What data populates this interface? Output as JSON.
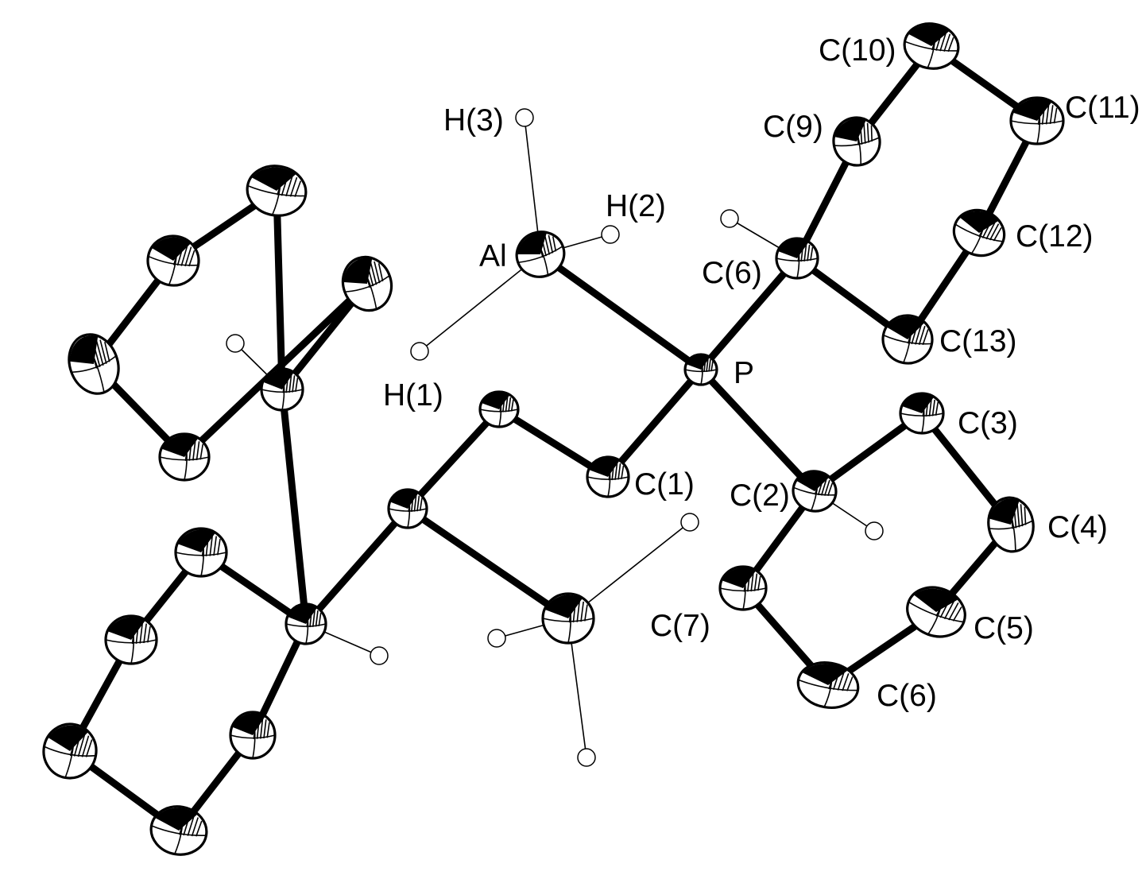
{
  "diagram": {
    "type": "ORTEP molecular structure",
    "atoms": [
      {
        "id": "Al",
        "label": "Al",
        "element": "Al"
      },
      {
        "id": "P",
        "label": "P",
        "element": "P"
      },
      {
        "id": "C1",
        "label": "C(1)",
        "element": "C"
      },
      {
        "id": "C2",
        "label": "C(2)",
        "element": "C"
      },
      {
        "id": "C3",
        "label": "C(3)",
        "element": "C"
      },
      {
        "id": "C4",
        "label": "C(4)",
        "element": "C"
      },
      {
        "id": "C5",
        "label": "C(5)",
        "element": "C"
      },
      {
        "id": "C6r",
        "label": "C(6)",
        "element": "C"
      },
      {
        "id": "C7",
        "label": "C(7)",
        "element": "C"
      },
      {
        "id": "C6",
        "label": "C(6)",
        "element": "C"
      },
      {
        "id": "C9",
        "label": "C(9)",
        "element": "C"
      },
      {
        "id": "C10",
        "label": "C(10)",
        "element": "C"
      },
      {
        "id": "C11",
        "label": "C(11)",
        "element": "C"
      },
      {
        "id": "C12",
        "label": "C(12)",
        "element": "C"
      },
      {
        "id": "C13",
        "label": "C(13)",
        "element": "C"
      },
      {
        "id": "CA",
        "label": "",
        "element": "C"
      },
      {
        "id": "CB",
        "label": "",
        "element": "C"
      },
      {
        "id": "CM",
        "label": "",
        "element": "C"
      },
      {
        "id": "CU",
        "label": "",
        "element": "C"
      },
      {
        "id": "CMe",
        "label": "",
        "element": "C"
      },
      {
        "id": "U1",
        "label": "",
        "element": "C"
      },
      {
        "id": "U2",
        "label": "",
        "element": "C"
      },
      {
        "id": "U3",
        "label": "",
        "element": "C"
      },
      {
        "id": "U4",
        "label": "",
        "element": "C"
      },
      {
        "id": "U5",
        "label": "",
        "element": "C"
      },
      {
        "id": "L1",
        "label": "",
        "element": "C"
      },
      {
        "id": "L2",
        "label": "",
        "element": "C"
      },
      {
        "id": "L3",
        "label": "",
        "element": "C"
      },
      {
        "id": "L4",
        "label": "",
        "element": "C"
      },
      {
        "id": "L5",
        "label": "",
        "element": "C"
      },
      {
        "id": "H1",
        "label": "H(1)",
        "element": "H"
      },
      {
        "id": "H2",
        "label": "H(2)",
        "element": "H"
      },
      {
        "id": "H3",
        "label": "H(3)",
        "element": "H"
      },
      {
        "id": "H6",
        "label": "",
        "element": "H"
      },
      {
        "id": "H2c",
        "label": "",
        "element": "H"
      },
      {
        "id": "HU",
        "label": "",
        "element": "H"
      },
      {
        "id": "HL",
        "label": "",
        "element": "H"
      },
      {
        "id": "HMe1",
        "label": "",
        "element": "H"
      },
      {
        "id": "HMe2",
        "label": "",
        "element": "H"
      },
      {
        "id": "HMe3",
        "label": "",
        "element": "H"
      }
    ],
    "bonds": [
      [
        "Al",
        "P"
      ],
      [
        "P",
        "C1"
      ],
      [
        "P",
        "C6"
      ],
      [
        "P",
        "C2"
      ],
      [
        "C6",
        "C9"
      ],
      [
        "C9",
        "C10"
      ],
      [
        "C10",
        "C11"
      ],
      [
        "C11",
        "C12"
      ],
      [
        "C12",
        "C13"
      ],
      [
        "C13",
        "C6"
      ],
      [
        "C2",
        "C3"
      ],
      [
        "C3",
        "C4"
      ],
      [
        "C4",
        "C5"
      ],
      [
        "C5",
        "C6r"
      ],
      [
        "C6r",
        "C7"
      ],
      [
        "C7",
        "C2"
      ],
      [
        "C1",
        "CA"
      ],
      [
        "CA",
        "CB"
      ],
      [
        "CB",
        "CM"
      ],
      [
        "CB",
        "CMe"
      ],
      [
        "CM",
        "CU"
      ],
      [
        "CU",
        "U1"
      ],
      [
        "U1",
        "U2"
      ],
      [
        "U2",
        "U3"
      ],
      [
        "U3",
        "U4"
      ],
      [
        "U4",
        "U5"
      ],
      [
        "U5",
        "CU"
      ],
      [
        "CM",
        "CL"
      ],
      [
        "CL",
        "L1"
      ],
      [
        "L1",
        "L2"
      ],
      [
        "L2",
        "L3"
      ],
      [
        "L3",
        "L4"
      ],
      [
        "L4",
        "L5"
      ],
      [
        "L5",
        "CL"
      ]
    ],
    "h_bonds": [
      [
        "Al",
        "H1"
      ],
      [
        "Al",
        "H2"
      ],
      [
        "Al",
        "H3"
      ],
      [
        "C6",
        "H6"
      ],
      [
        "C2",
        "H2c"
      ],
      [
        "CU",
        "HU"
      ],
      [
        "CL",
        "HL"
      ],
      [
        "CMe",
        "HMe1"
      ],
      [
        "CMe",
        "HMe2"
      ],
      [
        "CMe",
        "HMe3"
      ]
    ]
  }
}
